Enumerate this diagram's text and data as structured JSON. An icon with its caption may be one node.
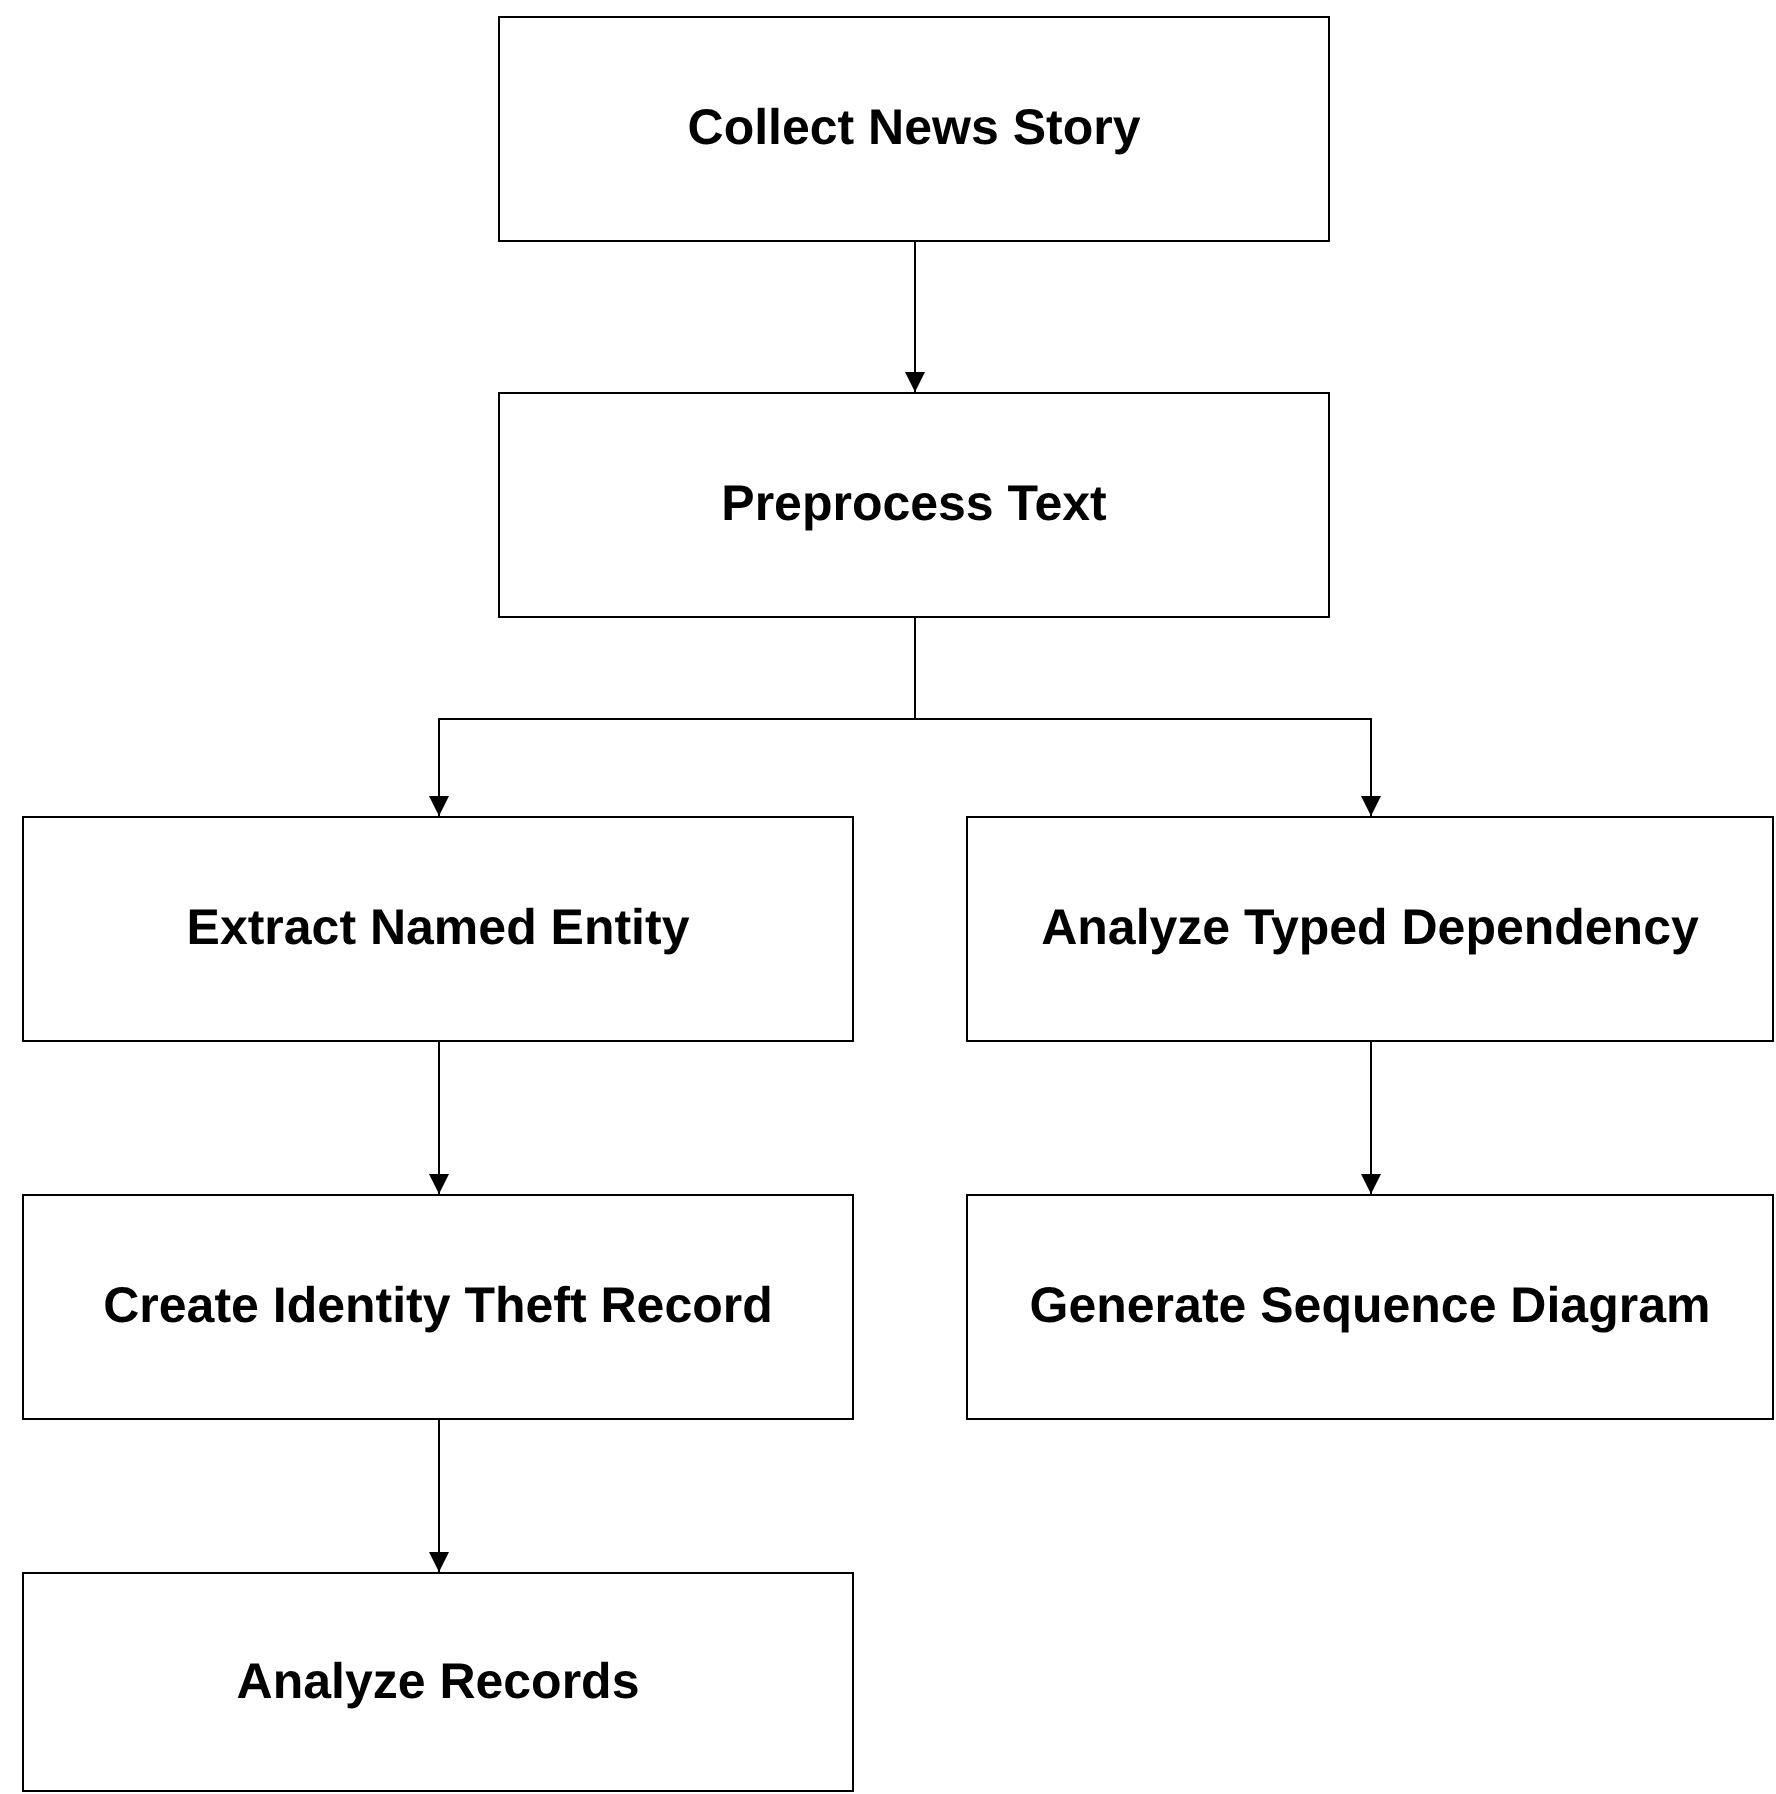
{
  "diagram": {
    "nodes": [
      {
        "text": [
          "Collect News Story"
        ]
      },
      {
        "text": [
          "Preprocess Text"
        ]
      },
      {
        "text": [
          "Extract Named Entity"
        ]
      },
      {
        "text": [
          "Analyze Typed Dependency"
        ]
      },
      {
        "text": [
          "Create Identity Theft Record"
        ]
      },
      {
        "text": [
          "Generate Sequence Diagram"
        ]
      },
      {
        "text": [
          "Analyze Records"
        ]
      }
    ],
    "edges": [
      {
        "from": 0,
        "to": 1,
        "arrow": "to"
      },
      {
        "from": 1,
        "to": 2,
        "arrow": "to"
      },
      {
        "from": 1,
        "to": 3,
        "arrow": "to"
      },
      {
        "from": 2,
        "to": 4,
        "arrow": "to"
      },
      {
        "from": 3,
        "to": 5,
        "arrow": "to"
      },
      {
        "from": 4,
        "to": 6,
        "arrow": "to"
      }
    ]
  }
}
